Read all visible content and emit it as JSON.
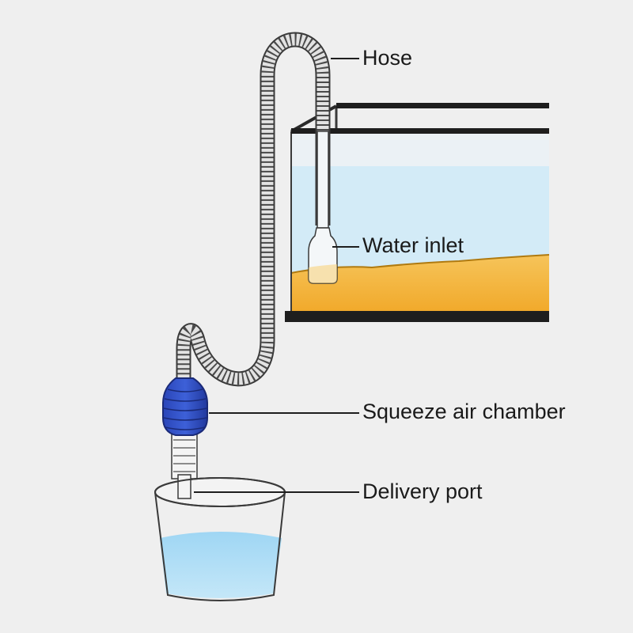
{
  "labels": {
    "hose": "Hose",
    "water_inlet": "Water inlet",
    "squeeze_air_chamber": "Squeeze air chamber",
    "delivery_port": "Delivery port"
  },
  "colors": {
    "background": "#efefef",
    "tank_water": "#cfe8f6",
    "gravel": "#f2b233",
    "gravel_light": "#ffd27a",
    "bulb": "#2f4fc4",
    "bulb_dark": "#1d2f8a",
    "bucket_water": "#a9dbf6",
    "hose": "#dcdcdc",
    "outline": "#2a2a2a"
  }
}
